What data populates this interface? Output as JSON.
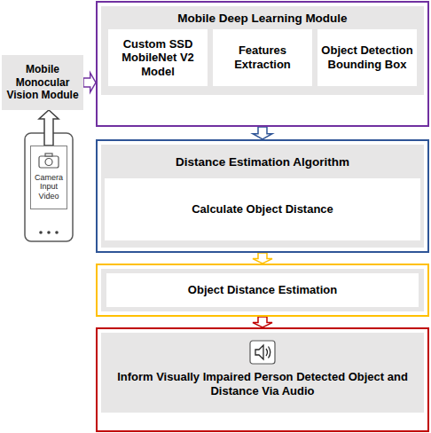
{
  "diagram": {
    "nodes": [
      {
        "text": [
          "Mobile Monocular Vision Module"
        ]
      },
      {
        "text": [
          "Camera Input Video"
        ]
      },
      {
        "text": [
          "Mobile Deep Learning Module"
        ]
      },
      {
        "text": [
          "Custom SSD MobileNet V2 Model"
        ],
        "in": 2
      },
      {
        "text": [
          "Features Extraction"
        ],
        "in": 2
      },
      {
        "text": [
          "Object Detection Bounding Box"
        ],
        "in": 2
      },
      {
        "text": [
          "Distance Estimation Algorithm"
        ]
      },
      {
        "text": [
          "Calculate Object Distance"
        ],
        "in": 6
      },
      {
        "text": [
          "Object Distance Estimation"
        ]
      },
      {
        "text": [
          "Inform Visually Impaired Person Detected Object and Distance Via Audio"
        ]
      }
    ],
    "edges": [
      {
        "from": 1,
        "to": 0,
        "arrow": "to"
      },
      {
        "from": 0,
        "to": 2,
        "arrow": "to"
      },
      {
        "from": 2,
        "to": 6,
        "arrow": "to"
      },
      {
        "from": 6,
        "to": 8,
        "arrow": "to"
      },
      {
        "from": 8,
        "to": 9,
        "arrow": "to"
      }
    ]
  }
}
